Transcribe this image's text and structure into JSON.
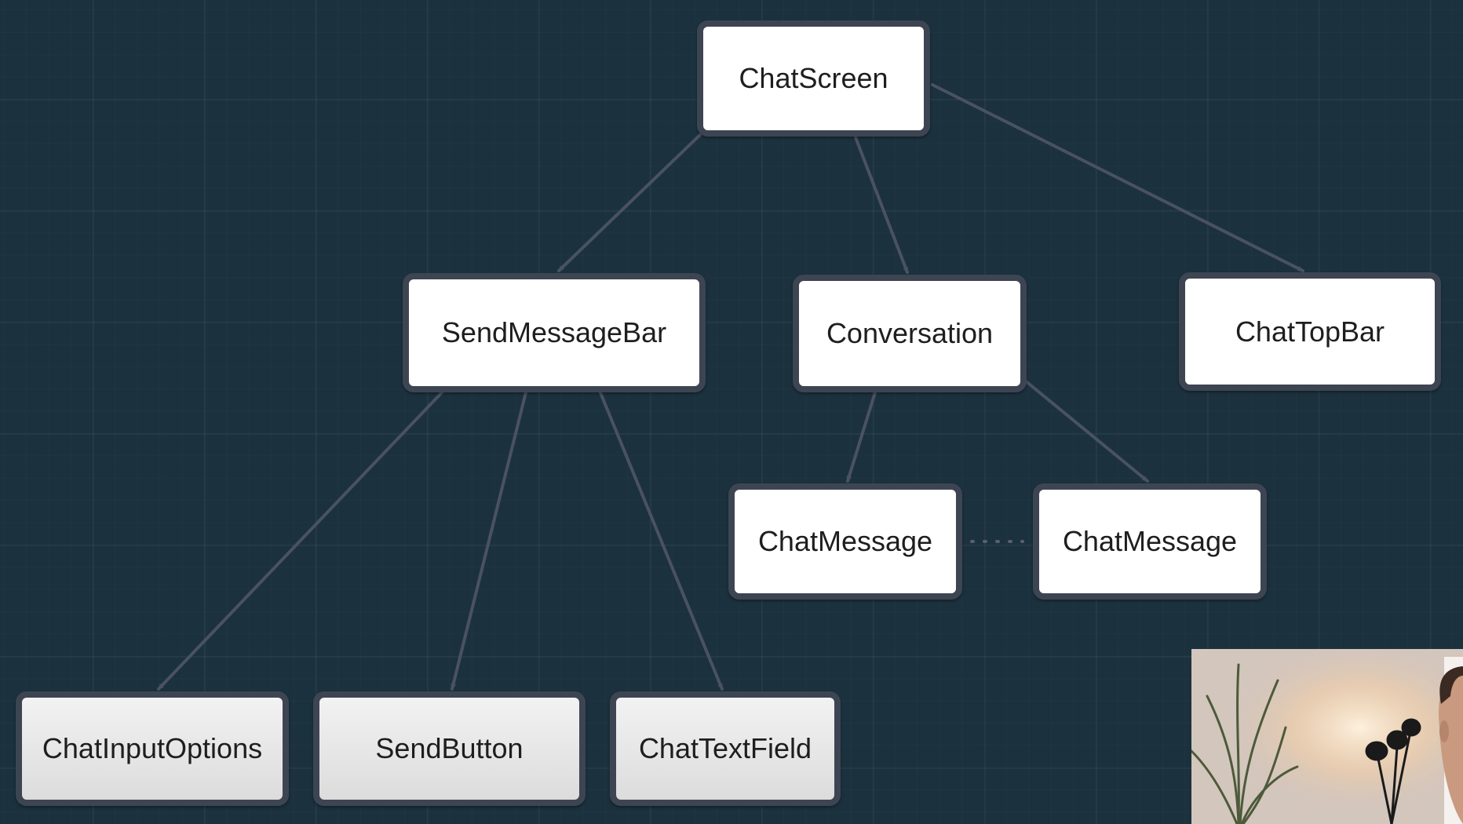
{
  "diagram": {
    "nodes": {
      "chat_screen": "ChatScreen",
      "send_message_bar": "SendMessageBar",
      "conversation": "Conversation",
      "chat_top_bar": "ChatTopBar",
      "chat_message_1": "ChatMessage",
      "chat_message_2": "ChatMessage",
      "chat_input_options": "ChatInputOptions",
      "send_button": "SendButton",
      "chat_text_field": "ChatTextField"
    },
    "edges": [
      {
        "from": "chat_screen",
        "to": "send_message_bar"
      },
      {
        "from": "chat_screen",
        "to": "conversation"
      },
      {
        "from": "chat_screen",
        "to": "chat_top_bar"
      },
      {
        "from": "send_message_bar",
        "to": "chat_input_options"
      },
      {
        "from": "send_message_bar",
        "to": "send_button"
      },
      {
        "from": "send_message_bar",
        "to": "chat_text_field"
      },
      {
        "from": "conversation",
        "to": "chat_message_1"
      },
      {
        "from": "conversation",
        "to": "chat_message_2"
      }
    ]
  },
  "colors": {
    "background": "#1b313d",
    "edge": "#4a5262",
    "node_border": "#3d4553",
    "node_fill": "#ffffff",
    "leaf_fill": "#e6e6e6",
    "text": "#1e1e1e"
  },
  "overlay": {
    "webcam_content": "presenter-webcam-feed"
  }
}
